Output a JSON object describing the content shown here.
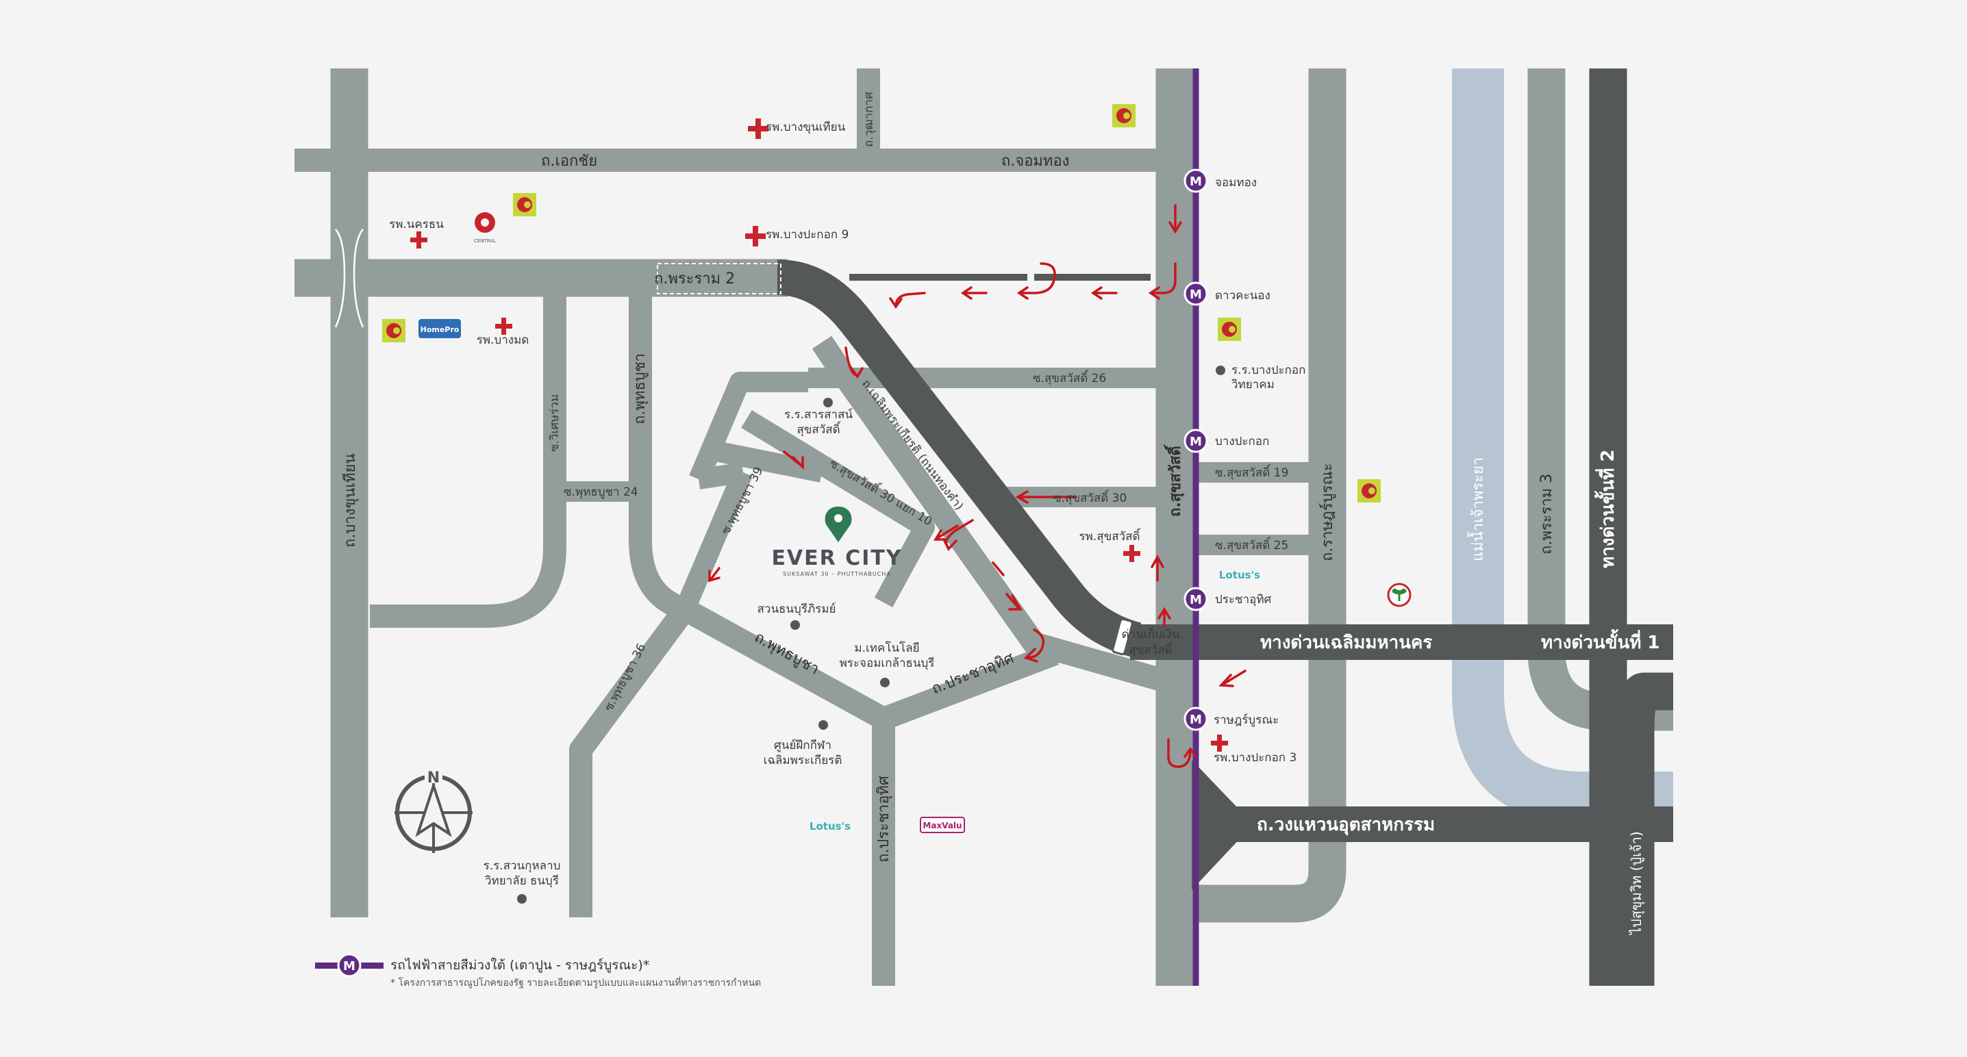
{
  "roads": {
    "ekkachai": "ถ.เอกชัย",
    "chomthong": "ถ.จอมทอง",
    "rama2": "ถ.พระราม 2",
    "bangkhunthian": "ถ.บางขุนเทียน",
    "wutthakat": "ถ.วุฒากาศ",
    "wiset_ruam": "ซ.วิเศษร่วม",
    "phutthabucha": "ถ.พุทธบูชา",
    "phutthabucha_24": "ซ.พุทธบูชา 24",
    "phutthabucha_39": "ซ.พุทธบูชา 39",
    "phutthabucha_36": "ซ.พุทธบูชา 36",
    "phutthabucha_road": "ถ.พุทธบูชา",
    "suksawat_30_yaek_10": "ซ.สุขสวัสดิ์ 30 แยก 10",
    "chalerm_phrakiat": "ถ.เฉลิมพระเกียรติ (ถนนทองคำ)",
    "suksawat_26": "ซ.สุขสวัสดิ์ 26",
    "suksawat_30": "ซ.สุขสวัสดิ์ 30",
    "suksawat_19": "ซ.สุขสวัสดิ์ 19",
    "suksawat_25": "ซ.สุขสวัสดิ์ 25",
    "suksawat": "ถ.สุขสวัสดิ์",
    "ratburana": "ถ.ราษฎร์บูรณะ",
    "pracha_uthit_diag": "ถ.ประชาอุทิศ",
    "pracha_uthit": "ถ.ประชาอุทิศ",
    "chao_phraya": "แม่น้ำเจ้าพระยา",
    "rama3": "ถ.พระราม 3",
    "expressway2": "ทางด่วนขั้นที่ 2",
    "chalerm_mahanakhon": "ทางด่วนเฉลิมมหานคร",
    "expressway1": "ทางด่วนขั้นที่ 1",
    "outer_ring": "ถ.วงแหวนอุตสาหกรรม",
    "to_sukhumvit": "ไปสุขุมวิท (ปู่เจ้า)",
    "toll_suksawat": [
      "ด่านเก็บเงิน",
      "สุขสวัสดิ์"
    ]
  },
  "stations": [
    "จอมทอง",
    "ดาวคะนอง",
    "บางปะกอก",
    "ประชาอุทิศ",
    "ราษฎร์บูรณะ"
  ],
  "pois": {
    "hosp_bangkhunthian": "รพ.บางขุนเทียน",
    "hosp_nakhon": "รพ.นครธน",
    "central_logo": "CENTRAL",
    "hosp_bangpakok9": "รพ.บางปะกอก 9",
    "hosp_bangmod": "รพ.บางมด",
    "homepro_logo": "HomePro",
    "school_sarasas": [
      "ร.ร.สารสาสน์",
      "สุขสวัสดิ์"
    ],
    "school_bangpakok": [
      "ร.ร.บางปะกอก",
      "วิทยาคม"
    ],
    "hosp_suksawat": "รพ.สุขสวัสดิ์",
    "lotus_1": "Lotus's",
    "lotus_2": "Lotus's",
    "park_thonburi": "สวนธนบุรีภิรมย์",
    "kmutt": [
      "ม.เทคโนโลยี",
      "พระจอมเกล้าธนบุรี"
    ],
    "sports_center": [
      "ศูนย์ฝึกกีฬา",
      "เฉลิมพระเกียรติ"
    ],
    "maxvalu_logo": "MaxValu",
    "school_suankularb": [
      "ร.ร.สวนกุหลาบ",
      "วิทยาลัย ธนบุรี"
    ],
    "hosp_bangpakok3": "รพ.บางปะกอก 3"
  },
  "project": {
    "name": "EVER CITY",
    "tagline": "SUKSAWAT 30 – PHUTTHABUCHA"
  },
  "compass": "N",
  "legend": {
    "badge": "M",
    "line_text": "รถไฟฟ้าสายสีม่วงใต้ (เตาปูน - ราษฎร์บูรณะ)*",
    "note": "* โครงการสาธารณูปโภคของรัฐ รายละเอียดตามรูปแบบและแผนงานที่ทางราชการกำหนด"
  },
  "colors": {
    "background": "#f4f4f4",
    "road": "#939d9b",
    "expressway": "#555858",
    "river": "#b7c5d2",
    "purple_line": "#5e2d82",
    "hospital_cross": "#c8242c",
    "arrow": "#c8161d",
    "project_pin": "#2d7a55"
  }
}
